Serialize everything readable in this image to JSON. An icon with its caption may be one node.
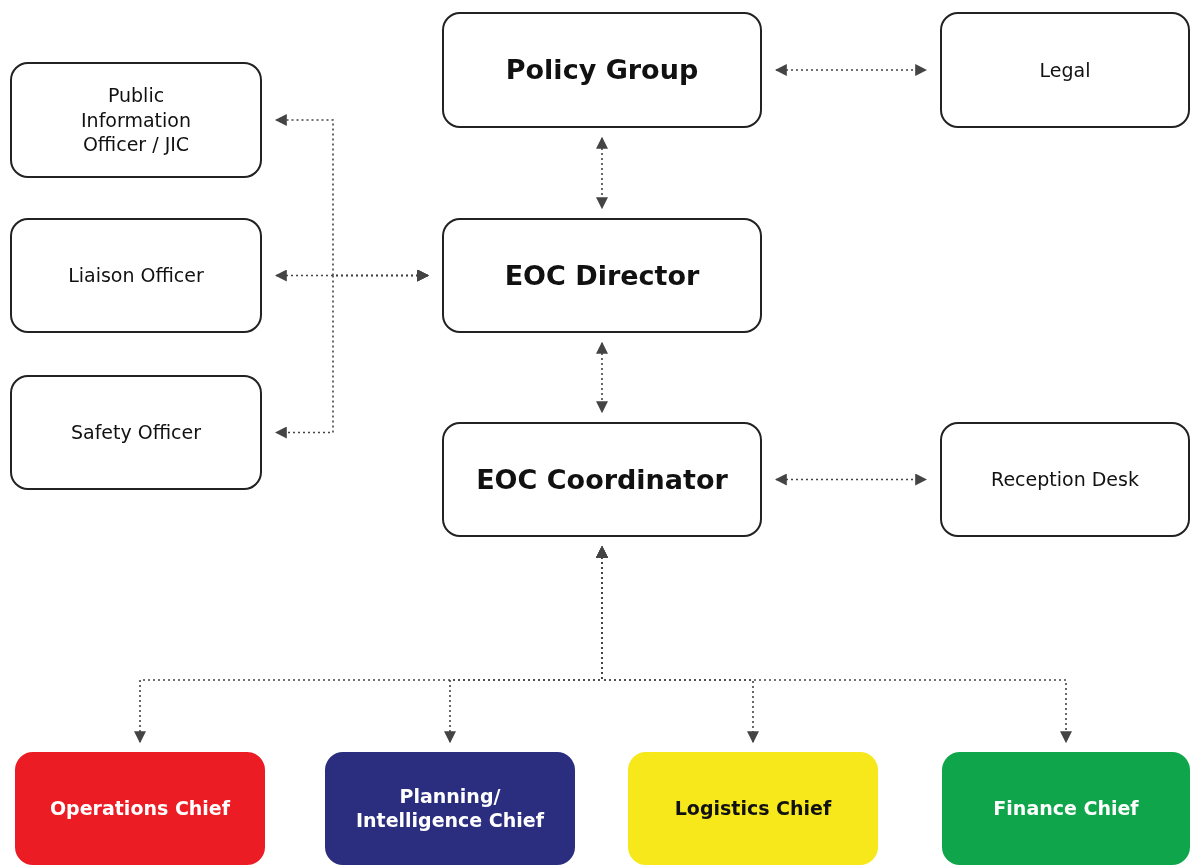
{
  "diagram": {
    "nodes": [
      {
        "text": [
          "Policy Group"
        ]
      },
      {
        "text": [
          "Legal"
        ]
      },
      {
        "text": [
          "Public Information Officer / JIC"
        ]
      },
      {
        "text": [
          "Liaison Officer"
        ]
      },
      {
        "text": [
          "Safety Officer"
        ]
      },
      {
        "text": [
          "EOC Director"
        ]
      },
      {
        "text": [
          "EOC Coordinator"
        ]
      },
      {
        "text": [
          "Reception Desk"
        ]
      },
      {
        "text": [
          "Operations Chief"
        ]
      },
      {
        "text": [
          "Planning/ Intelligence Chief"
        ]
      },
      {
        "text": [
          "Logistics Chief"
        ]
      },
      {
        "text": [
          "Finance Chief"
        ]
      }
    ],
    "edges": [
      {
        "from": 0,
        "to": 1,
        "arrow": "both"
      },
      {
        "from": 0,
        "to": 5,
        "arrow": "both"
      },
      {
        "from": 5,
        "to": 2,
        "arrow": "both"
      },
      {
        "from": 5,
        "to": 3,
        "arrow": "both"
      },
      {
        "from": 5,
        "to": 4,
        "arrow": "both"
      },
      {
        "from": 5,
        "to": 6,
        "arrow": "both"
      },
      {
        "from": 6,
        "to": 7,
        "arrow": "both"
      },
      {
        "from": 6,
        "to": 8,
        "arrow": "both"
      },
      {
        "from": 6,
        "to": 9,
        "arrow": "both"
      },
      {
        "from": 6,
        "to": 10,
        "arrow": "both"
      },
      {
        "from": 6,
        "to": 11,
        "arrow": "both"
      }
    ]
  }
}
